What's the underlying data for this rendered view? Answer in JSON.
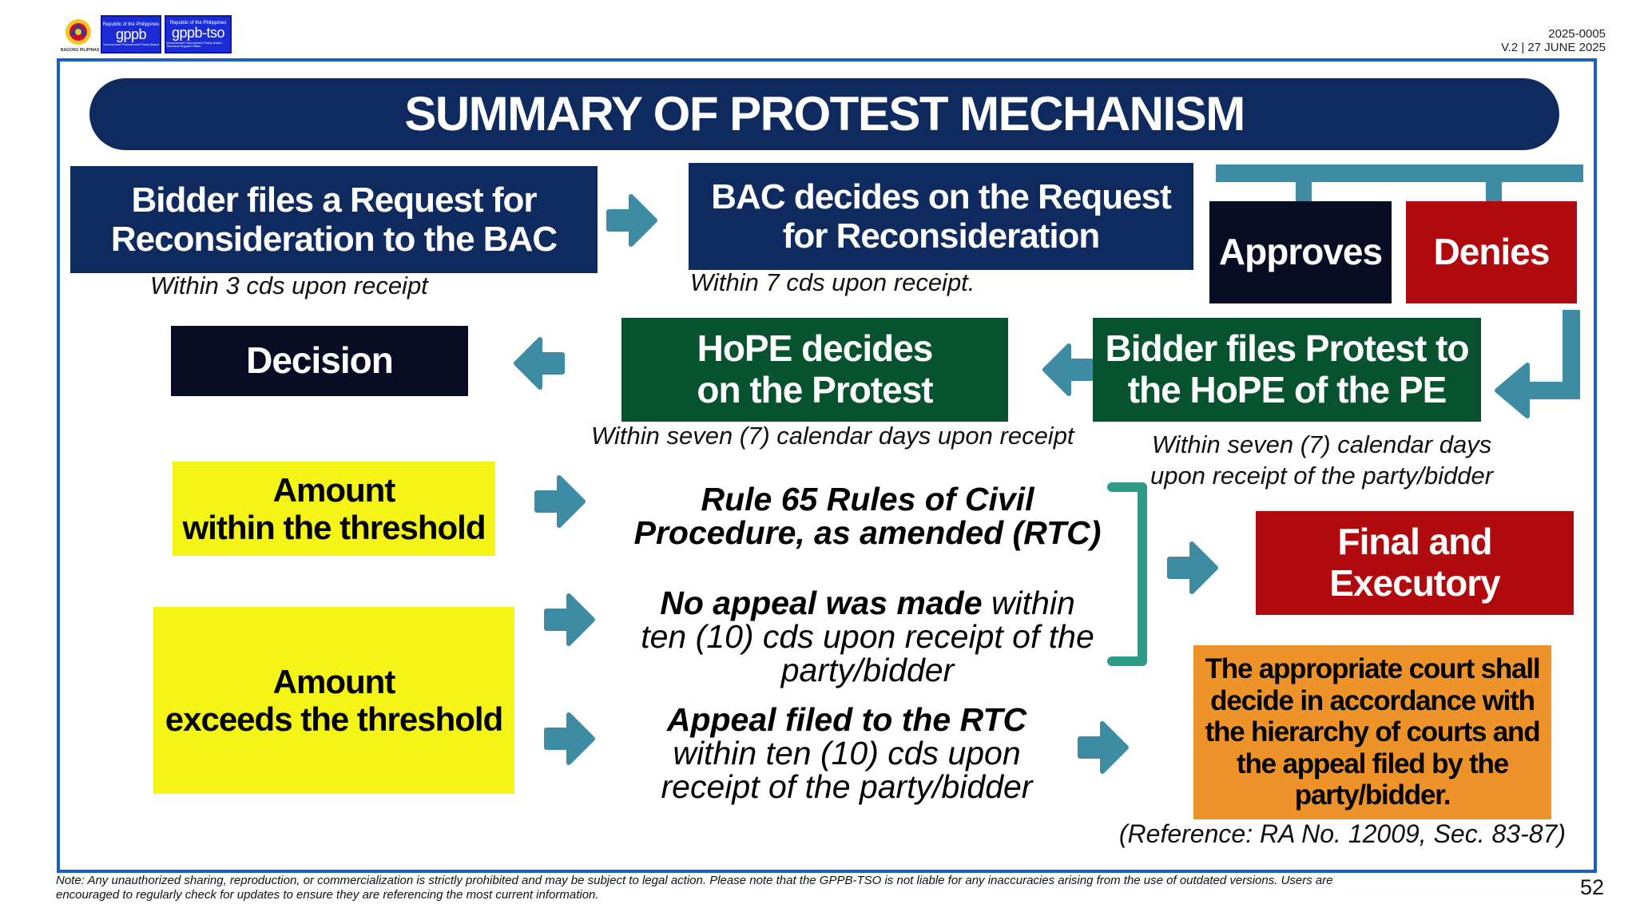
{
  "header": {
    "doc_code": "2025-0005",
    "version": "V.2 | 27 JUNE 2025",
    "logos": [
      {
        "caption": "BAGONG PILIPINAS"
      },
      {
        "top": "Republic of the Philippines",
        "name": "gppb",
        "bottom": "Government Procurement Policy Board"
      },
      {
        "top": "Republic of the Philippines",
        "name": "gppb-tso",
        "bottom": "Government Procurement Policy Board Technical Support Office"
      }
    ]
  },
  "title": "SUMMARY OF PROTEST MECHANISM",
  "row1": {
    "box1": {
      "line1": "Bidder files a Request for",
      "line2": "Reconsideration to the BAC"
    },
    "caption1": "Within 3 cds upon receipt",
    "box2": {
      "line1": "BAC decides on the Request",
      "line2": "for Reconsideration"
    },
    "caption2": "Within 7 cds upon receipt.",
    "approves": "Approves",
    "denies": "Denies"
  },
  "row2": {
    "decision": "Decision",
    "hope_decides": {
      "line1": "HoPE decides",
      "line2": "on the Protest"
    },
    "caption_hope": "Within seven (7) calendar days upon receipt",
    "protest": {
      "line1": "Bidder files Protest to",
      "line2": "the HoPE of the PE"
    },
    "caption_protest": {
      "line1": "Within seven (7) calendar days",
      "line2": "upon receipt of the party/bidder"
    }
  },
  "row3": {
    "within_threshold": {
      "line1": "Amount",
      "line2": "within the threshold"
    },
    "exceeds_threshold": {
      "line1": "Amount",
      "line2": "exceeds the threshold"
    },
    "rule65": {
      "line1": "Rule 65 Rules of Civil",
      "line2": "Procedure, as amended (RTC)"
    },
    "no_appeal": {
      "bold": "No appeal was made",
      "rest": " within",
      "line2": "ten (10) cds upon receipt of the",
      "line3": "party/bidder"
    },
    "appeal": {
      "bold": "Appeal filed to the RTC",
      "line2": "within ten (10) cds upon",
      "line3": "receipt of the party/bidder"
    },
    "final": {
      "line1": "Final and",
      "line2": "Executory"
    },
    "court": {
      "line1": "The appropriate court shall",
      "line2": "decide in accordance with",
      "line3": "the hierarchy of courts and",
      "line4": "the appeal filed by the",
      "line5": "party/bidder."
    },
    "reference": "(Reference: RA No. 12009, Sec. 83-87)"
  },
  "footer": {
    "note_line1": "Note: Any unauthorized sharing, reproduction, or commercialization is strictly prohibited and may be subject to legal action. Please note that the GPPB-TSO is not liable for any inaccuracies arising from the use of outdated versions. Users are",
    "note_line2": "encouraged to regularly check for updates to ensure they are referencing the most current information.",
    "page_number": "52"
  },
  "colors": {
    "navy": "#0e2a5f",
    "black": "#090d24",
    "red": "#b10a0e",
    "green": "#07532f",
    "yellow": "#f4f417",
    "orange": "#ee9329",
    "teal": "#3d8ca4",
    "bracket": "#2e9b86",
    "frame": "#1b5fc4"
  },
  "icons": [
    "seal-icon",
    "arrow-right-icon",
    "arrow-left-icon",
    "arrow-down-left-icon",
    "bracket-icon"
  ]
}
